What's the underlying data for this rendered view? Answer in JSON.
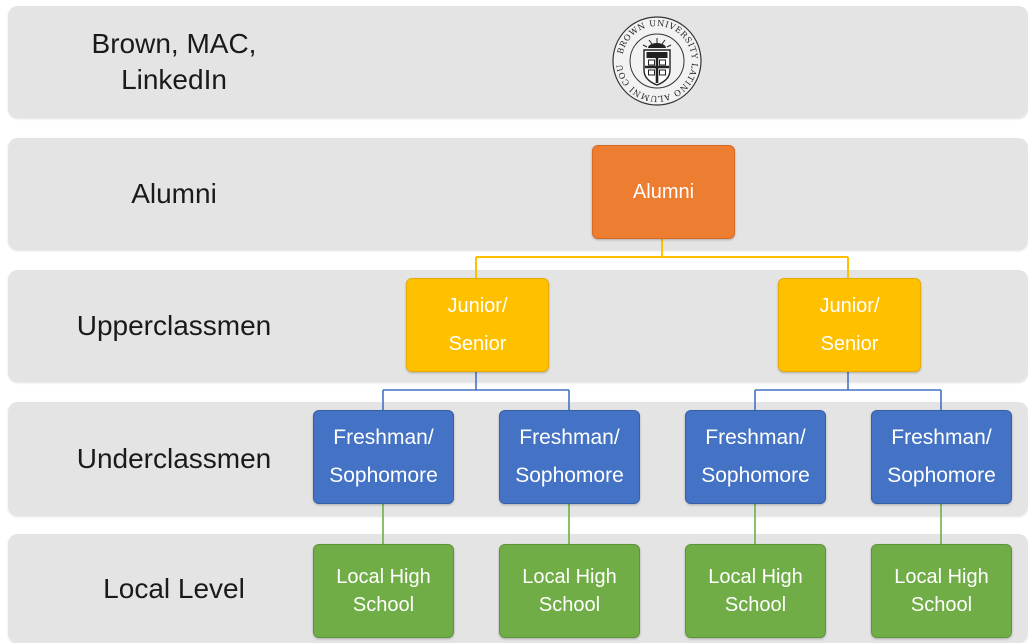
{
  "bands": [
    {
      "id": "brown",
      "label": "Brown, MAC,\nLinkedIn"
    },
    {
      "id": "alumni",
      "label": "Alumni"
    },
    {
      "id": "upper",
      "label": "Upperclassmen"
    },
    {
      "id": "under",
      "label": "Underclassmen"
    },
    {
      "id": "local",
      "label": "Local Level"
    }
  ],
  "logo": {
    "alt": "Brown University Latino Alumni Council seal",
    "ring_text": "BROWN UNIVERSITY LATINO ALUMNI COUNCIL"
  },
  "nodes": {
    "alumni": "Alumni",
    "upper": [
      "Junior/\nSenior",
      "Junior/\nSenior"
    ],
    "under": [
      "Freshman/\nSophomore",
      "Freshman/\nSophomore",
      "Freshman/\nSophomore",
      "Freshman/\nSophomore"
    ],
    "local": [
      "Local High\nSchool",
      "Local High\nSchool",
      "Local High\nSchool",
      "Local High\nSchool"
    ]
  },
  "colors": {
    "alumni": "#ed7d31",
    "upper": "#ffc000",
    "under": "#4472c4",
    "local": "#70ad47",
    "band": "#e4e4e4"
  }
}
